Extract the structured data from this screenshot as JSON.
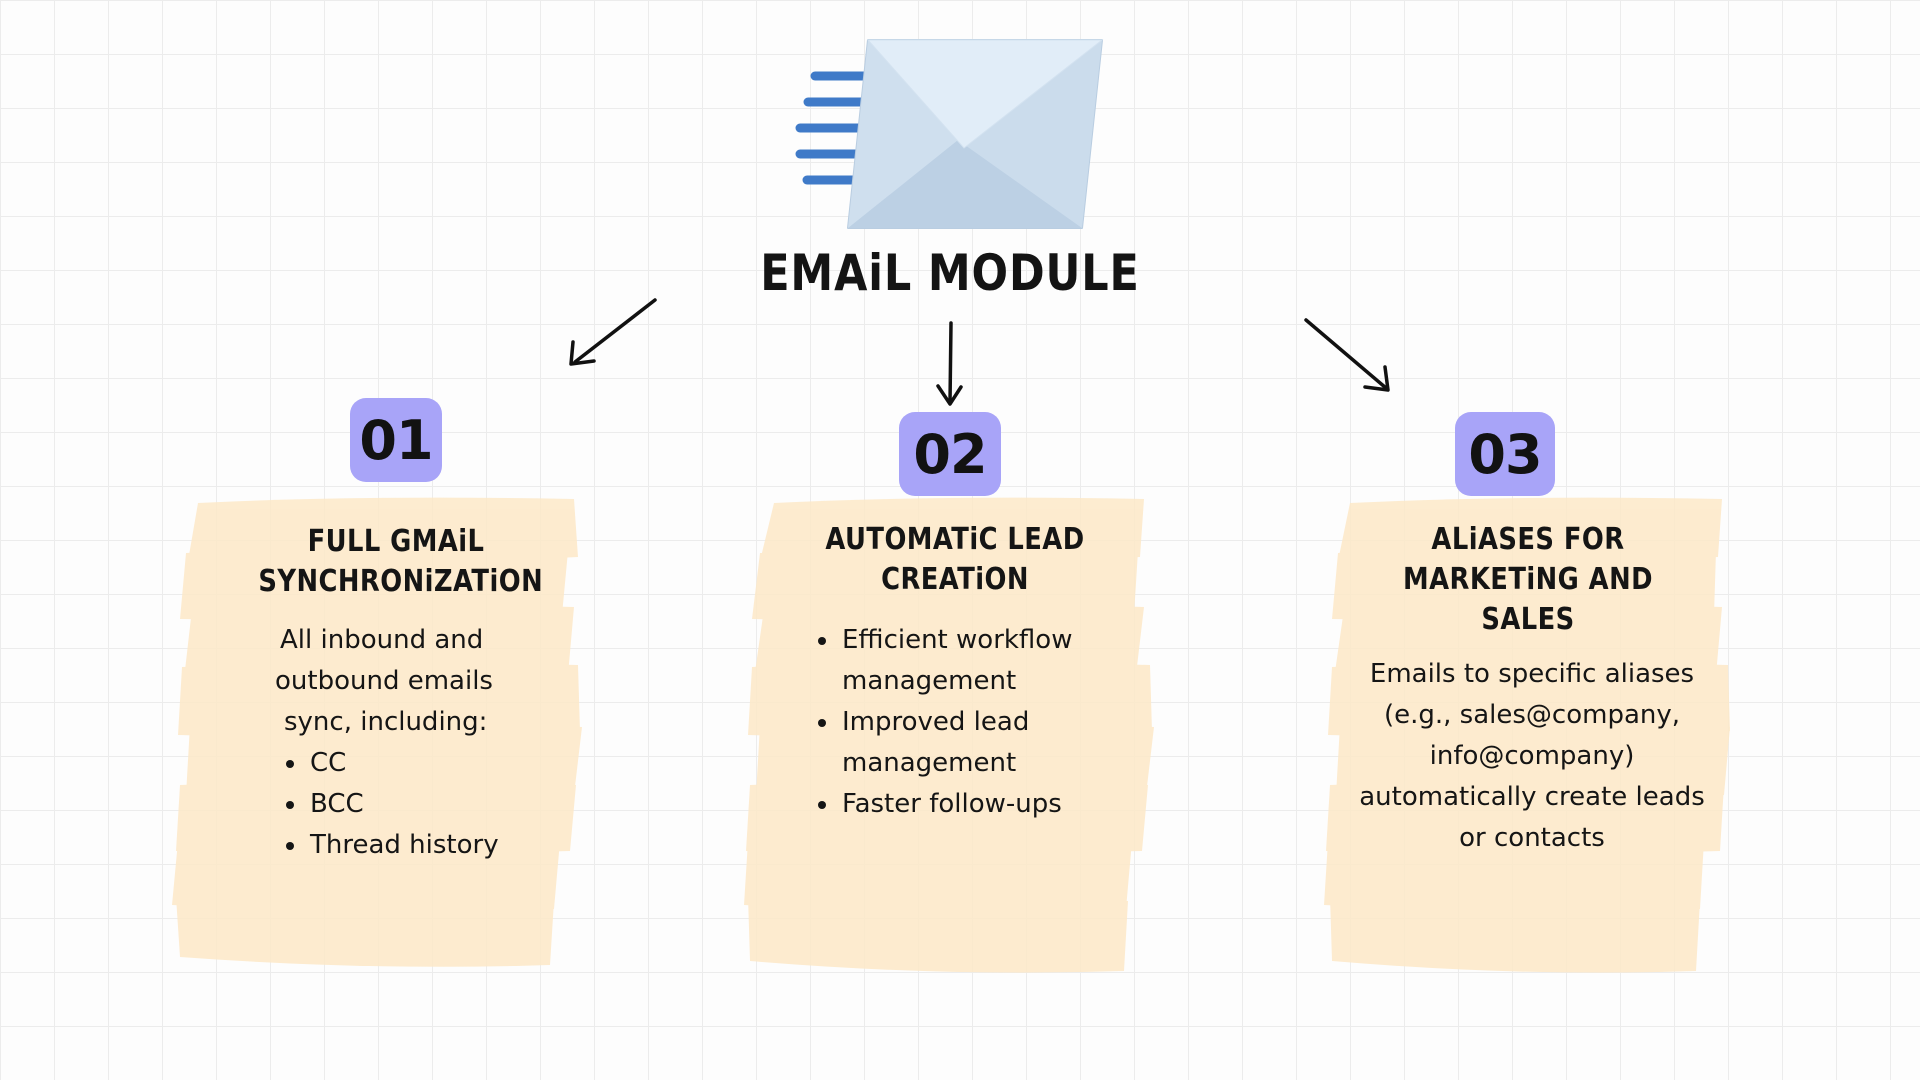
{
  "title": "EMAiL MODULE",
  "cards": [
    {
      "number": "01",
      "heading_lines": [
        "FULL GMAiL",
        "SYNCHRONiZATiON"
      ],
      "intro_lines": [
        "All inbound and",
        "outbound emails",
        "sync, including:"
      ],
      "bullets": [
        "CC",
        "BCC",
        "Thread history"
      ]
    },
    {
      "number": "02",
      "heading_lines": [
        "AUTOMATiC LEAD",
        "CREATiON"
      ],
      "bullets": [
        "Efficient workflow management",
        "Improved lead management",
        "Faster follow-ups"
      ]
    },
    {
      "number": "03",
      "heading_lines": [
        "ALiASES FOR",
        "MARKETiNG AND",
        "SALES"
      ],
      "body_lines": [
        "Emails to specific aliases",
        "(e.g., sales@company,",
        "info@company)",
        "automatically create leads",
        "or contacts"
      ]
    }
  ],
  "colors": {
    "badge": "#a8a4f8",
    "highlight": "#fde9c8",
    "envelope_front": "#c9dcec",
    "envelope_back": "#dde9f5",
    "speed_lines": "#3f7ac8"
  },
  "icons": [
    "envelope-icon",
    "speed-lines-icon",
    "arrow-icon"
  ]
}
